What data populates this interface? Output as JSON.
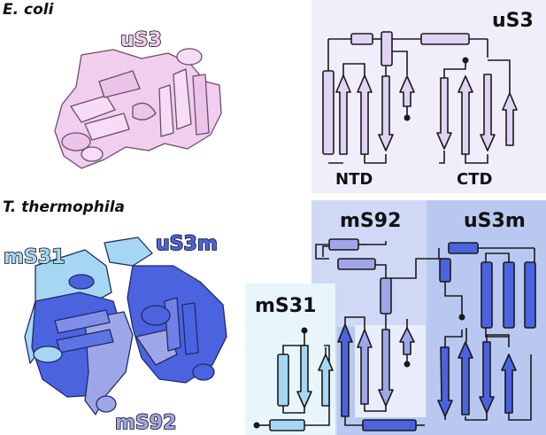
{
  "species": {
    "ecoli": "E. coli",
    "tthermophila": "T. thermophila"
  },
  "structure_labels": {
    "us3": "uS3",
    "ms31": "mS31",
    "us3m": "uS3m",
    "ms92": "mS92"
  },
  "topology": {
    "top_title": "uS3",
    "ntd": "NTD",
    "ctd": "CTD",
    "ms92_title": "mS92",
    "us3m_title": "uS3m",
    "ms31_title": "mS31"
  },
  "colors": {
    "us3_fill": "#e0d4f5",
    "us3_bg": "#f1eefc",
    "ms92_fill": "#9fa6e8",
    "ms92_bg": "#cfd8f5",
    "us3m_fill": "#4c63e0",
    "us3m_bg": "#b9c8f0",
    "ms31_fill": "#a5d7f2",
    "ms31_bg": "#e8f6fc",
    "ecoli_cartoon": "#f1cdee",
    "stroke": "#1a1a1a"
  }
}
